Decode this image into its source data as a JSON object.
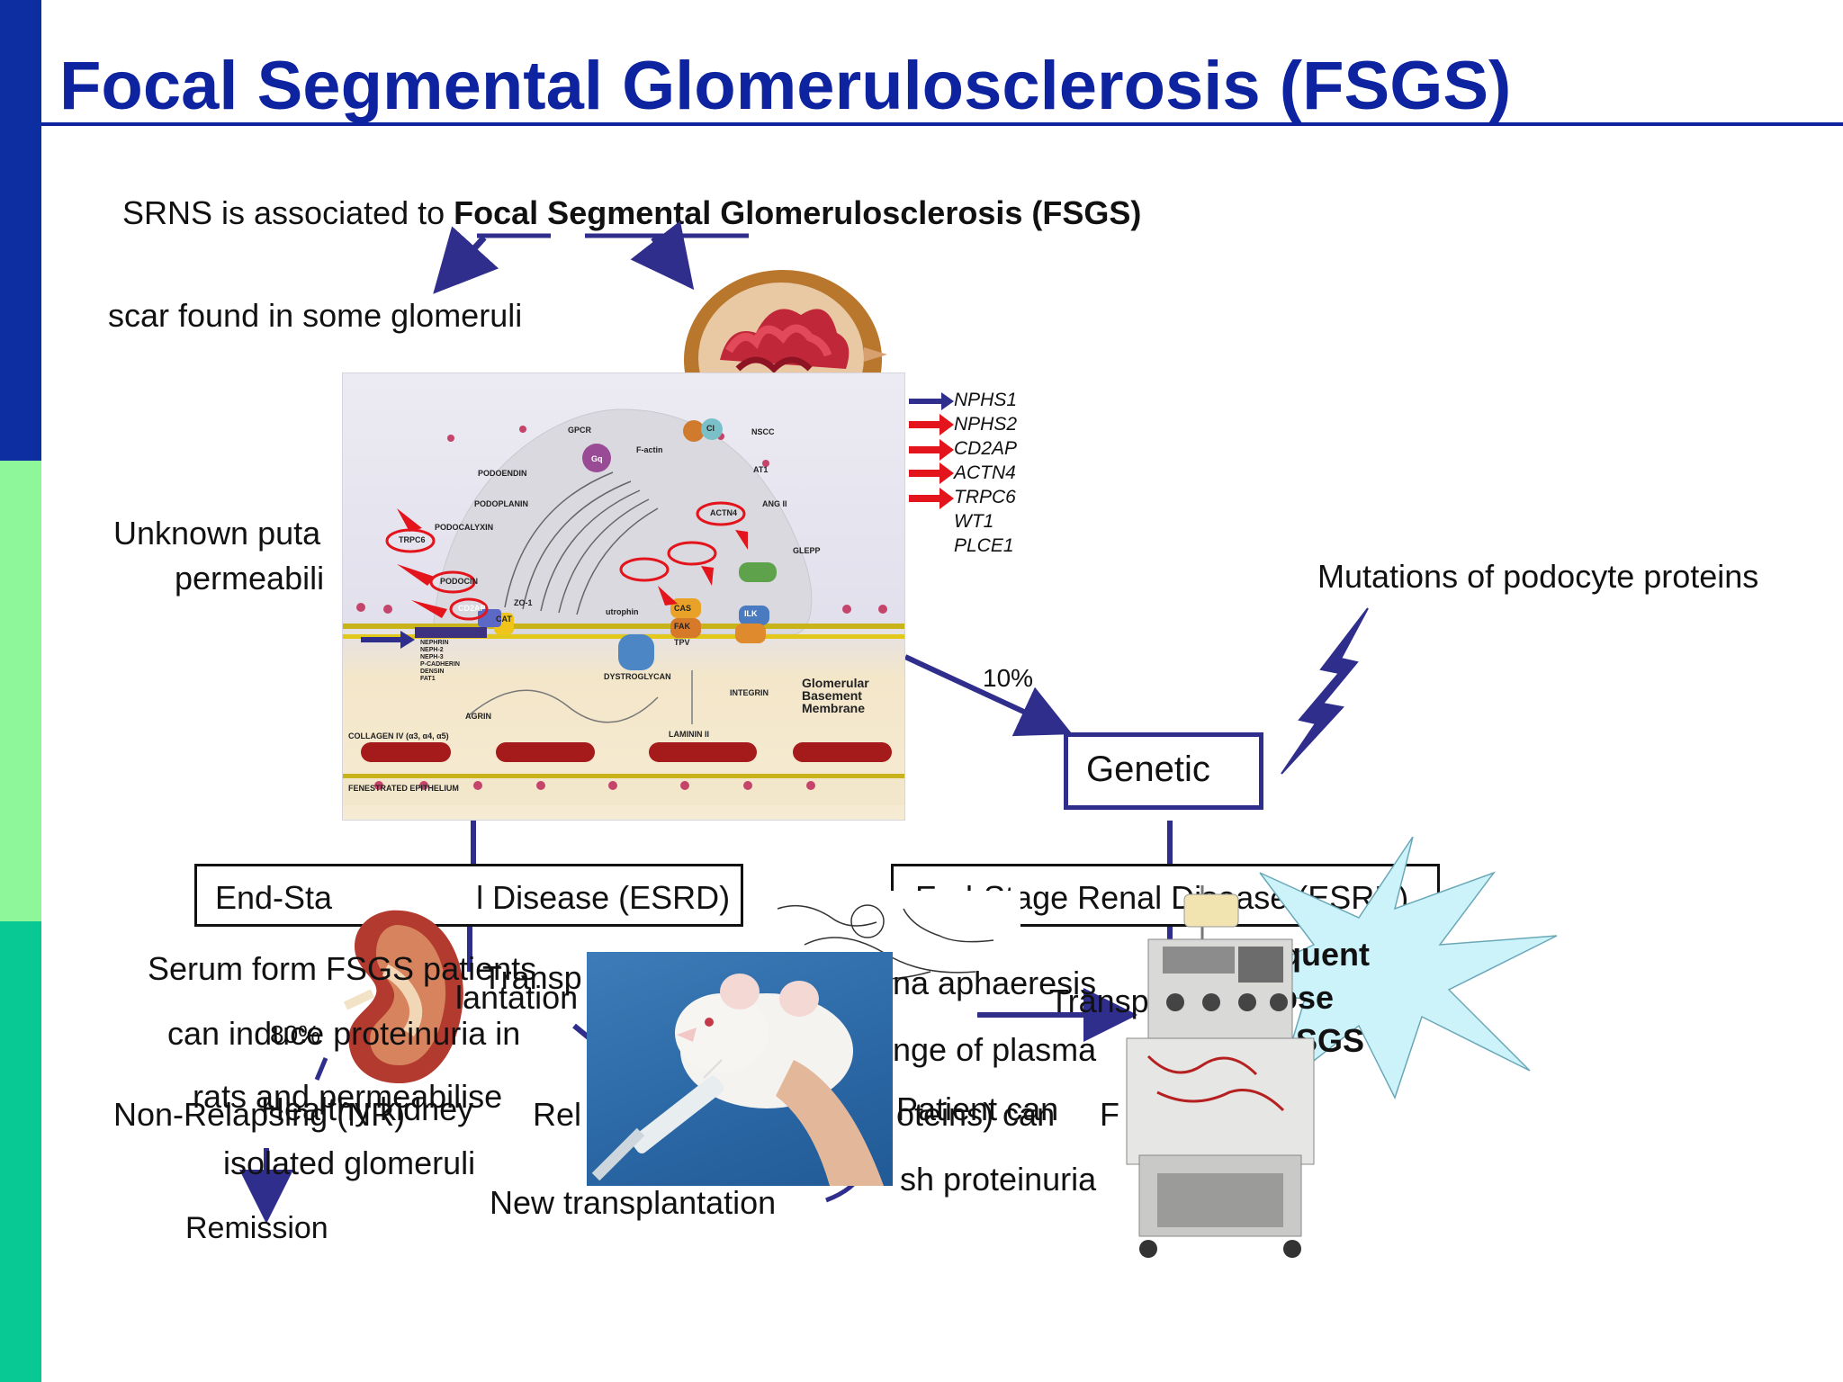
{
  "title": "Focal Segmental Glomerulosclerosis (FSGS)",
  "colors": {
    "title_blue": "#0d23a0",
    "arrow_blue": "#2f2e8c",
    "arrow_red": "#e3141b",
    "bar_dark": "#0d2ea1",
    "bar_light": "#8ef79a",
    "bar_teal": "#08c994",
    "burst_fill": "#cdf3fa"
  },
  "intro": {
    "prefix": "SRNS is associated to ",
    "bold": "Focal Segmental Glomerulosclerosis (FSGS)"
  },
  "scar_text": "scar found in some glomeruli",
  "unknown_line1": "Unknown puta",
  "unknown_line2": "permeabili",
  "mutations": "Mutations of podocyte proteins",
  "pct_10": "10%",
  "genetic": "Genetic",
  "genes": [
    "NPHS1",
    "NPHS2",
    "CD2AP",
    "ACTN4",
    "TRPC6",
    "WT1",
    "PLCE1"
  ],
  "diagram": {
    "labels": {
      "podoendin": "PODOENDIN",
      "gpcr": "GPCR",
      "gq": "Gq",
      "factin": "F-actin",
      "cl": "Cl",
      "nscc": "NSCC",
      "at1": "AT1",
      "angii": "ANG II",
      "glepp": "GLEPP",
      "podoplanin": "PODOPLANIN",
      "podocalyxin": "PODOCALYXIN",
      "trpc6": "TRPC6",
      "podocin": "PODOCIN",
      "cd2ap": "CD2AP",
      "cat": "CAT",
      "zo1": "ZO-1",
      "actn4": "ACTN4",
      "cas": "CAS",
      "fak": "FAK",
      "ilk": "ILK",
      "tpv": "TPV",
      "utrophin": "utrophin",
      "dystroglycan": "DYSTROGLYCAN",
      "integrin": "INTEGRIN",
      "laminin": "LAMININ II",
      "agrin": "AGRIN",
      "collagen": "COLLAGEN IV (α3, α4, α5)",
      "fenestrated": "FENESTRATED EPITHELIUM",
      "gbm1": "Glomerular",
      "gbm2": "Basement",
      "gbm3": "Membrane",
      "nephrin": "NEPHRIN",
      "neph2": "NEPH-2",
      "neph3": "NEPH-3",
      "pcadherin": "P-CADHERIN",
      "densin": "DENSIN",
      "fat1": "FAT1"
    }
  },
  "esrd_left": "End-Sta                l Disease (ESRD)",
  "esrd_right": "End-Stage Renal Disease (ESRD)",
  "serum_line1": "Serum form FSGS patients",
  "serum_line2": "can induce proteinuria in",
  "serum_line3": "rats and permeabilise",
  "serum_line4": "isolated glomeruli",
  "transp_fragment": "Transp",
  "lantation_fragment": "lantation",
  "pct_80": "80%",
  "non_relapsing": "Non-Relapsing (NR)",
  "healthy_kidney": "Healthy kidney",
  "rel_fragment": "Rel",
  "remission": "Remission",
  "new_transplantation": "New transplantation",
  "plasma_aphaeresis": "na aphaeresis",
  "nge_of_plasma": "nge of plasma",
  "patient_can": "Patient can",
  "proteins_can": "oteins) can",
  "proteinuria": "sh proteinuria",
  "transpl_fragment": "Transpl",
  "f_fragment": "F",
  "burst_line1": "equent",
  "burst_line2": "pse",
  "burst_line3": "SGS"
}
